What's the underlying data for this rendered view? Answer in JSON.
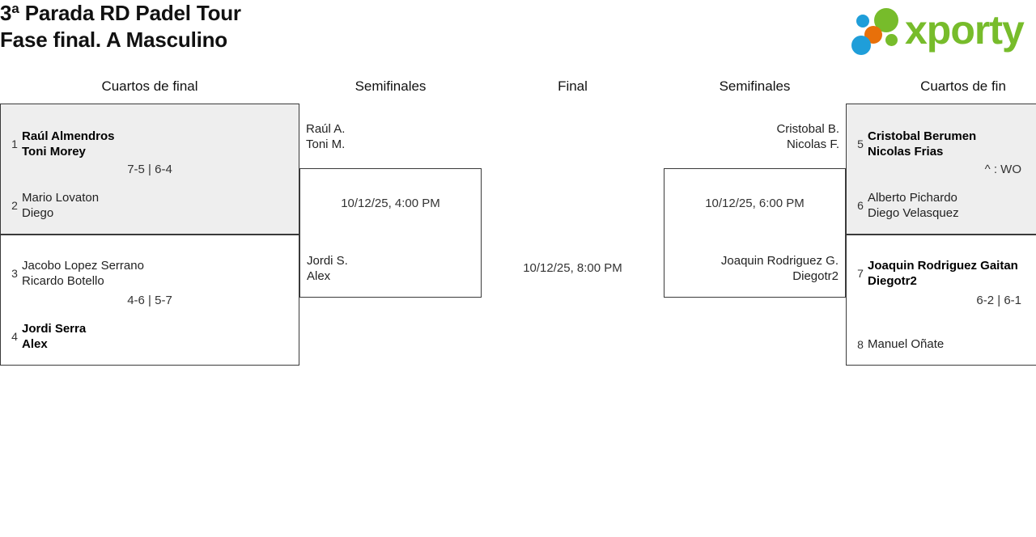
{
  "header": {
    "title_line1": "3ª Parada RD Padel Tour",
    "title_line2": "Fase final. A Masculino",
    "logo_text": "xporty",
    "logo_colors": {
      "green": "#77bc2b",
      "blue": "#1f9ed9",
      "orange": "#e8700a"
    }
  },
  "rounds": {
    "qf_left": "Cuartos de final",
    "sf_left": "Semifinales",
    "final": "Final",
    "sf_right": "Semifinales",
    "qf_right": "Cuartos de fin"
  },
  "bracket": {
    "qf_left": [
      {
        "shaded": true,
        "top": {
          "seed": "1",
          "line1": "Raúl Almendros",
          "line2": "Toni Morey",
          "winner": true
        },
        "bottom": {
          "seed": "2",
          "line1": "Mario Lovaton",
          "line2": "Diego",
          "winner": false
        },
        "score": "7-5 | 6-4"
      },
      {
        "shaded": false,
        "top": {
          "seed": "3",
          "line1": "Jacobo Lopez Serrano",
          "line2": "Ricardo Botello",
          "winner": false
        },
        "bottom": {
          "seed": "4",
          "line1": "Jordi Serra",
          "line2": "Alex",
          "winner": true
        },
        "score": "4-6 | 5-7"
      }
    ],
    "qf_right": [
      {
        "shaded": true,
        "top": {
          "seed": "5",
          "line1": "Cristobal Berumen",
          "line2": "Nicolas Frias",
          "winner": true
        },
        "bottom": {
          "seed": "6",
          "line1": "Alberto Pichardo",
          "line2": "Diego Velasquez",
          "winner": false
        },
        "score": "^ : WO"
      },
      {
        "shaded": false,
        "top": {
          "seed": "7",
          "line1": "Joaquin Rodriguez Gaitan",
          "line2": "Diegotr2",
          "winner": true
        },
        "bottom": {
          "seed": "8",
          "line1": "Manuel Oñate",
          "line2": "",
          "winner": false
        },
        "score": "6-2 | 6-1"
      }
    ],
    "sf_left": {
      "top": {
        "line1": "Raúl A.",
        "line2": "Toni M."
      },
      "bottom": {
        "line1": "Jordi S.",
        "line2": "Alex"
      },
      "stamp": "10/12/25, 4:00 PM"
    },
    "sf_right": {
      "top": {
        "line1": "Cristobal B.",
        "line2": "Nicolas F."
      },
      "bottom": {
        "line1": "Joaquin Rodriguez G.",
        "line2": "Diegotr2"
      },
      "stamp": "10/12/25, 6:00 PM"
    },
    "final": {
      "stamp": "10/12/25, 8:00 PM"
    }
  }
}
